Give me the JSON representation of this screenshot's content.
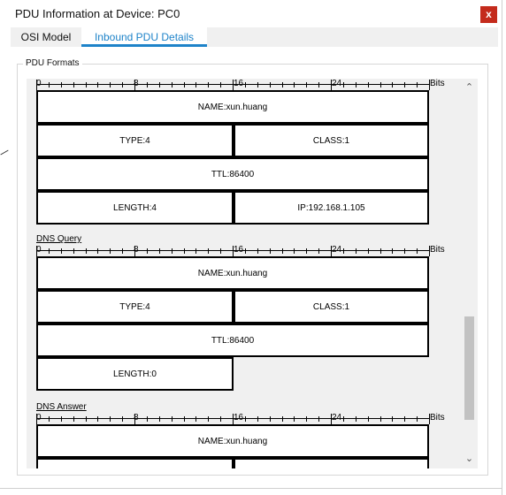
{
  "window": {
    "title": "PDU Information at Device: PC0",
    "close_label": "x"
  },
  "tabs": [
    {
      "label": "OSI Model"
    },
    {
      "label": "Inbound PDU Details"
    }
  ],
  "group": {
    "label": "PDU Formats"
  },
  "ruler": {
    "labels": [
      "0",
      "8",
      "16",
      "24"
    ],
    "unit": "Bits"
  },
  "sections": [
    {
      "title": "",
      "fields": {
        "name": "NAME:xun.huang",
        "type": "TYPE:4",
        "class": "CLASS:1",
        "ttl": "TTL:86400",
        "length": "LENGTH:4",
        "ip": "IP:192.168.1.105"
      }
    },
    {
      "title": "DNS Query",
      "fields": {
        "name": "NAME:xun.huang",
        "type": "TYPE:4",
        "class": "CLASS:1",
        "ttl": "TTL:86400",
        "length": "LENGTH:0"
      }
    },
    {
      "title": "DNS Answer",
      "fields": {
        "name": "NAME:xun.huang"
      }
    }
  ],
  "scrollbar": {
    "up_icon": "chevron-up-icon",
    "down_icon": "chevron-down-icon",
    "thumb_fraction": 0.27
  }
}
